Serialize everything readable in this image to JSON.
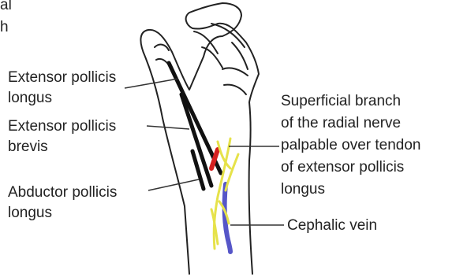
{
  "colors": {
    "outline": "#222222",
    "tendon": "#111111",
    "nerve": "#e6e24a",
    "vein": "#5656c8",
    "artery": "#d42020",
    "leader": "#333333"
  },
  "clipped_text": [
    "al",
    "h"
  ],
  "labels": {
    "epl": [
      "Extensor pollicis",
      "longus"
    ],
    "epb": [
      "Extensor pollicis",
      "brevis"
    ],
    "apl": [
      "Abductor pollicis",
      "longus"
    ],
    "nerve": [
      "Superficial branch",
      "of the radial nerve",
      "palpable over tendon",
      "of extensor pollicis",
      "longus"
    ],
    "vein": [
      "Cephalic vein"
    ]
  },
  "icons": {
    "hand": "hand-outline-icon"
  }
}
